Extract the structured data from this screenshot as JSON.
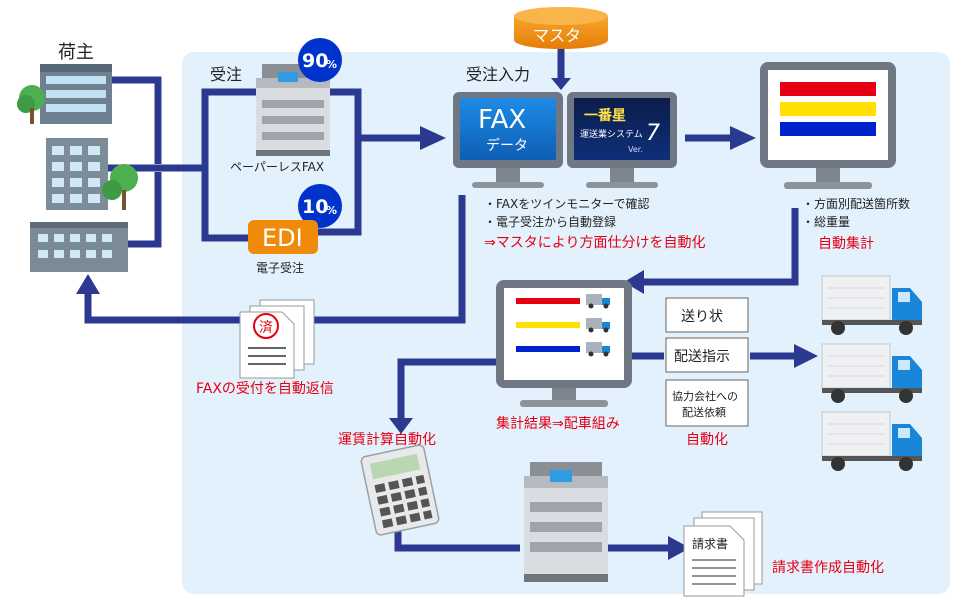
{
  "shipper_label": "荷主",
  "order_label": "受注",
  "order_entry_label": "受注入力",
  "master_label": "マスタ",
  "pct_fax": "90",
  "pct_edi": "10",
  "pct_sign": "%",
  "paperless_fax": "ペーパーレスFAX",
  "edi_label": "EDI",
  "edi_sub": "電子受注",
  "fax_screen_title": "FAX",
  "fax_screen_sub": "データ",
  "software_logo": "一番星",
  "software_name": "運送業システム",
  "software_version": "7",
  "software_ver_label": "Ver.",
  "bullets_mid": [
    "・FAXをツインモニターで確認",
    "・電子受注から自動登録"
  ],
  "mid_red": "⇒マスタにより方面仕分けを自動化",
  "bullets_right": [
    "・方面別配送箇所数",
    "・総重量"
  ],
  "auto_total": "自動集計",
  "stamp_char": "済",
  "fax_reply": "FAXの受付を自動返信",
  "dispatch_result": "集計結果⇒配車組み",
  "doc_boxes": [
    "送り状",
    "配送指示",
    "協力会社への\n配送依頼"
  ],
  "automation": "自動化",
  "fare_auto": "運賃計算自動化",
  "invoice_doc": "請求書",
  "invoice_auto": "請求書作成自動化",
  "colors": {
    "flow_line": "#2b3990",
    "panel_bg": "#e3f1fc",
    "accent_red": "#e60012",
    "badge_blue": "#0033cc",
    "edi_orange": "#f08a0a",
    "screen_blue": "#1a7fd6"
  }
}
